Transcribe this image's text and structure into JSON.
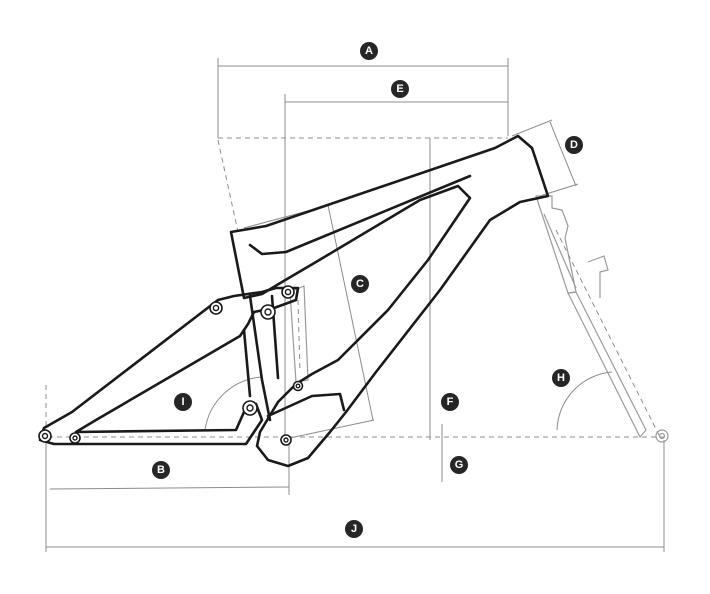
{
  "diagram": {
    "markers": {
      "a": "A",
      "b": "B",
      "c": "C",
      "d": "D",
      "e": "E",
      "f": "F",
      "g": "G",
      "h": "H",
      "i": "I",
      "j": "J"
    },
    "colors": {
      "frame": "#1a1a1a",
      "dimension": "#8c8c8c",
      "fork": "#9a9a9a",
      "marker": "#262626"
    }
  }
}
